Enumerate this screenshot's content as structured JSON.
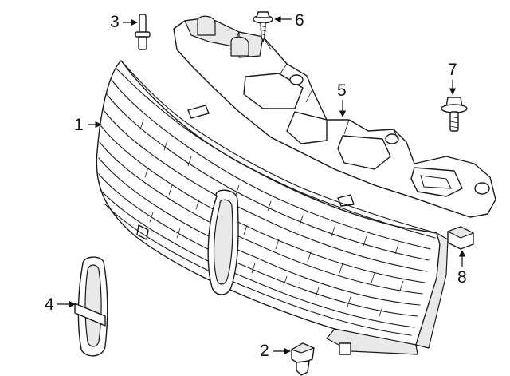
{
  "callouts": [
    {
      "id": "1",
      "label": "1",
      "part": "grille"
    },
    {
      "id": "2",
      "label": "2",
      "part": "clip-nut"
    },
    {
      "id": "3",
      "label": "3",
      "part": "push-pin"
    },
    {
      "id": "4",
      "label": "4",
      "part": "emblem"
    },
    {
      "id": "5",
      "label": "5",
      "part": "mounting-bracket"
    },
    {
      "id": "6",
      "label": "6",
      "part": "screw"
    },
    {
      "id": "7",
      "label": "7",
      "part": "bolt"
    },
    {
      "id": "8",
      "label": "8",
      "part": "retainer-clip"
    }
  ],
  "colors": {
    "line": "#1a1a1a",
    "fill": "#ffffff",
    "shade": "#e9e9e9"
  }
}
